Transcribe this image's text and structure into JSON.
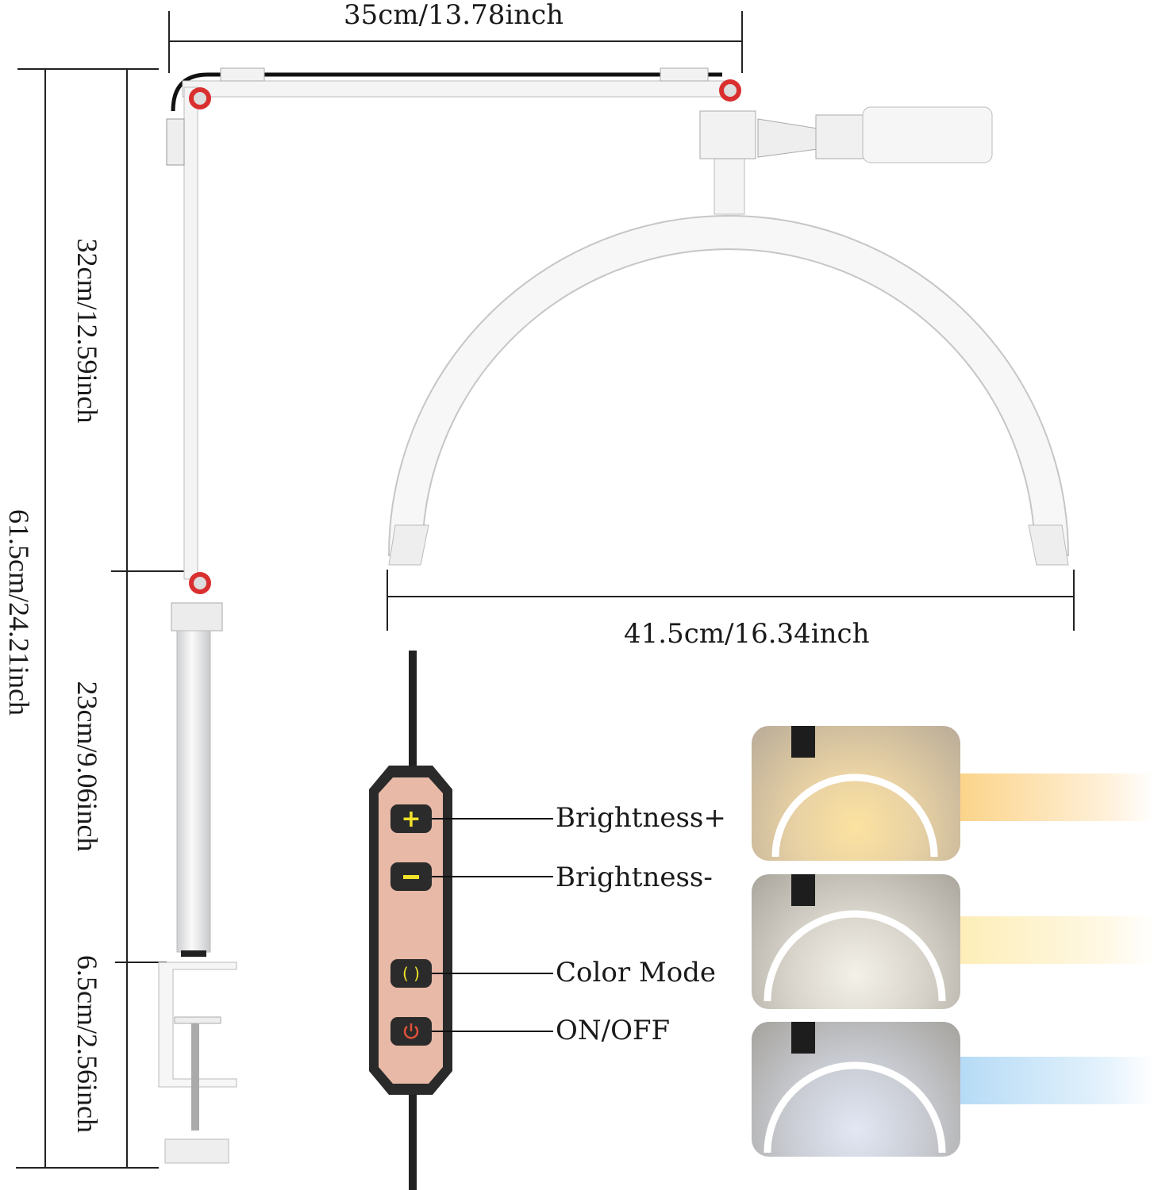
{
  "dimensions": {
    "arm_width": "35cm/13.78inch",
    "total_height": "61.5cm/24.21inch",
    "upper_arm": "32cm/12.59inch",
    "pole": "23cm/9.06inch",
    "clamp": "6.5cm/2.56inch",
    "lamp_width": "41.5cm/16.34inch"
  },
  "controller": {
    "buttons": [
      {
        "label": "Brightness+",
        "icon": "plus-icon"
      },
      {
        "label": "Brightness-",
        "icon": "minus-icon"
      },
      {
        "label": "Color Mode",
        "icon": "color-mode-icon"
      },
      {
        "label": "ON/OFF",
        "icon": "power-icon"
      }
    ]
  },
  "color_modes": [
    {
      "name": "warm",
      "color": "#fbd48a"
    },
    {
      "name": "neutral",
      "color": "#fdeeb8"
    },
    {
      "name": "cool",
      "color": "#b6dbf6"
    }
  ],
  "colors": {
    "knob": "#d9302f",
    "controller_face": "#e7b9a6",
    "button_icon": "#f2e22a",
    "power_icon": "#e0513a"
  }
}
